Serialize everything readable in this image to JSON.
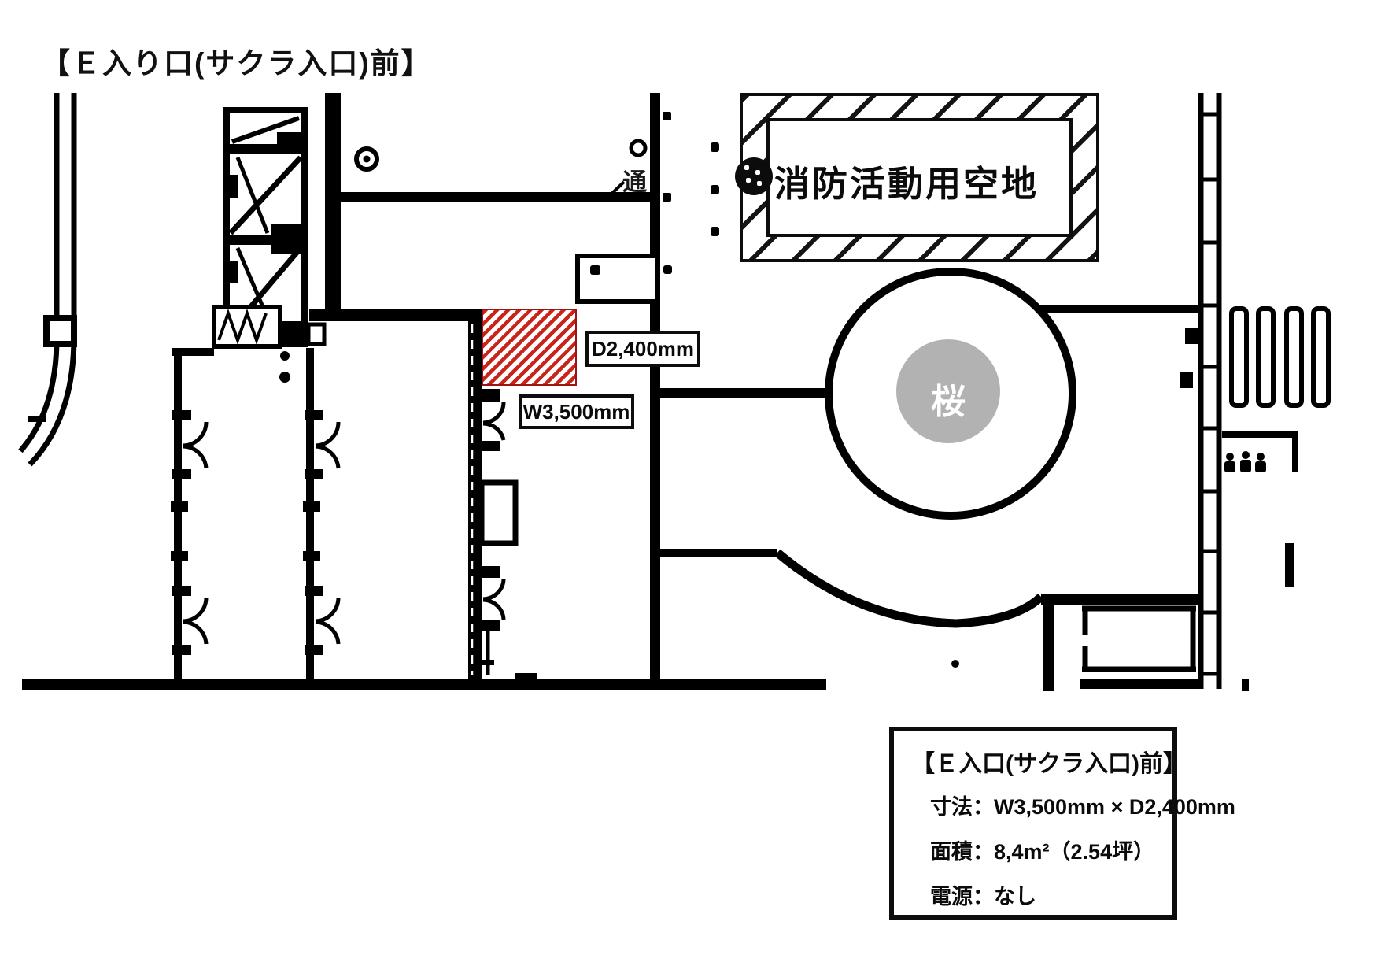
{
  "title": "【Ｅ入り口(サクラ入口)前】",
  "plan": {
    "fire_zone_label": "消防活動用空地",
    "tree_label": "桜",
    "passage_label": "通",
    "depth_label": "D2,400mm",
    "width_label": "W3,500mm"
  },
  "info_box": {
    "title": "【Ｅ入口(サクラ入口)前】",
    "line_dimensions": "寸法：W3,500mm × D2,400mm",
    "line_area": "面積：8,4m²（2.54坪）",
    "line_power": "電源：なし"
  },
  "colors": {
    "line": "#000000",
    "spot_hatch_red": "#c8241c",
    "tree_gray": "#b2b2b2"
  }
}
